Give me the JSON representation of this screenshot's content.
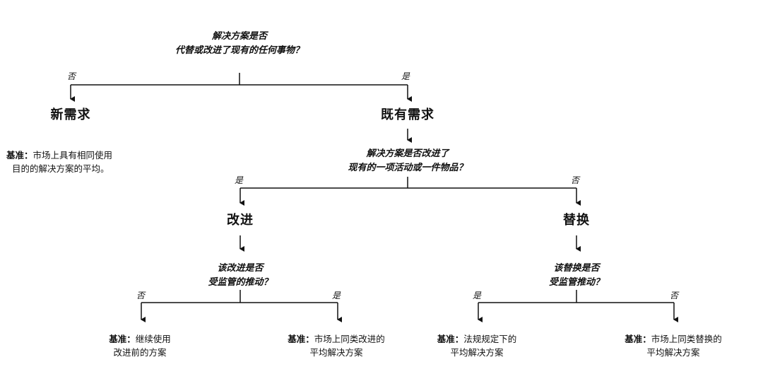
{
  "q1": {
    "line1": "解决方案是否",
    "line2": "代替或改进了现有的任何事物？"
  },
  "q1_no": "否",
  "q1_yes": "是",
  "new_demand": "新需求",
  "existing_demand": "既有需求",
  "new_basis": {
    "label": "基准：",
    "line1": "市场上具有相同使用",
    "line2": "目的的解决方案的平均。"
  },
  "q2": {
    "line1": "解决方案是否改进了",
    "line2": "现有的一项活动或一件物品？"
  },
  "q2_yes": "是",
  "q2_no": "否",
  "improve": "改进",
  "replace": "替换",
  "q3": {
    "line1": "该改进是否",
    "line2": "受监管的推动？"
  },
  "q4": {
    "line1": "该替换是否",
    "line2": "受监管推动？"
  },
  "q3_no": "否",
  "q3_yes": "是",
  "q4_yes": "是",
  "q4_no": "否",
  "leaf1": {
    "label": "基准：",
    "line1": "继续使用",
    "line2": "改进前的方案"
  },
  "leaf2": {
    "label": "基准：",
    "line1": "市场上同类改进的",
    "line2": "平均解决方案"
  },
  "leaf3": {
    "label": "基准：",
    "line1": "法规规定下的",
    "line2": "平均解决方案"
  },
  "leaf4": {
    "label": "基准：",
    "line1": "市场上同类替换的",
    "line2": "平均解决方案"
  }
}
